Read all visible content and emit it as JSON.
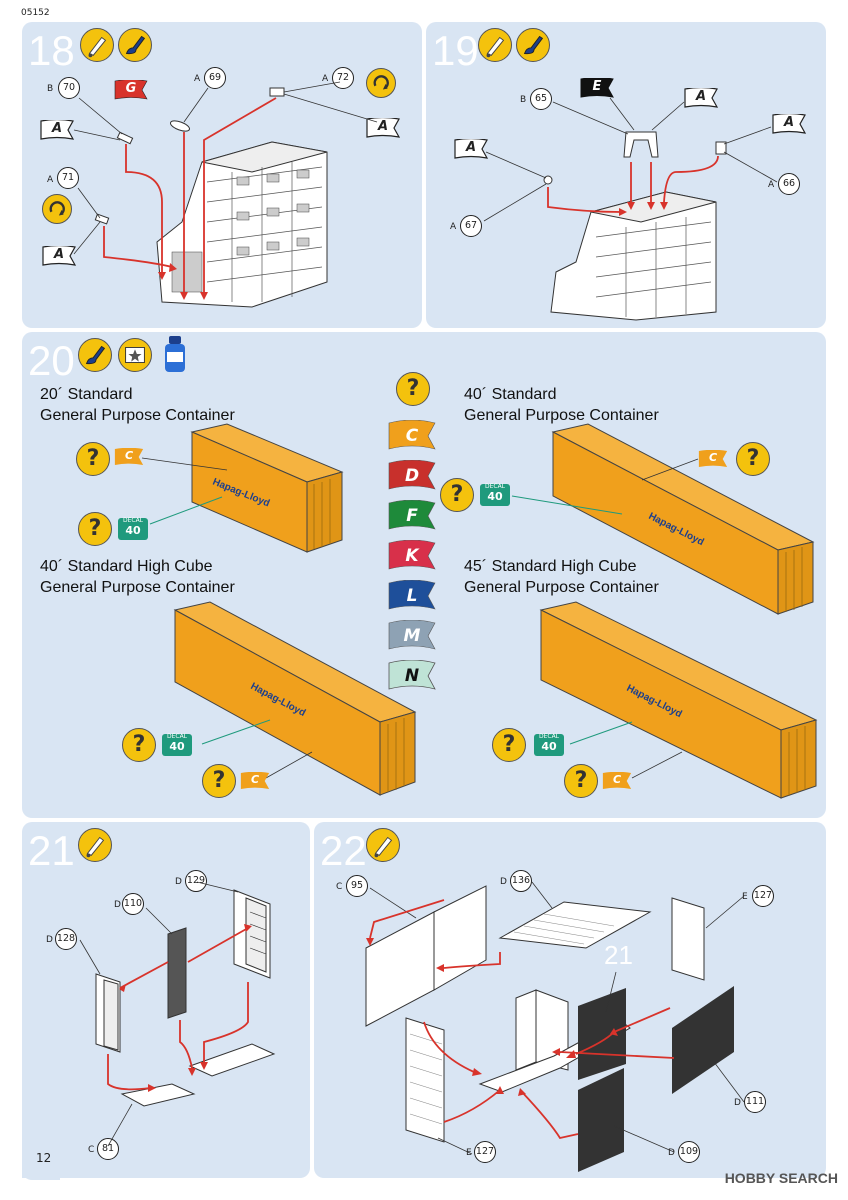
{
  "doc_code": "05152",
  "page_number": "12",
  "watermark": "HOBBY SEARCH",
  "colors": {
    "panel": "#d9e5f3",
    "arrow": "#d8332b",
    "container": "#f0a01c",
    "decal": "#1f9a7d"
  },
  "step18": {
    "number": "18",
    "icons": [
      "glue-icon",
      "paint-brush-icon"
    ],
    "parts": [
      {
        "sprue": "B",
        "num": "70"
      },
      {
        "sprue": "A",
        "num": "69"
      },
      {
        "sprue": "A",
        "num": "72"
      },
      {
        "sprue": "A",
        "num": "71"
      }
    ],
    "flags": [
      "A",
      "G",
      "A",
      "A"
    ]
  },
  "step19": {
    "number": "19",
    "icons": [
      "glue-icon",
      "paint-brush-icon"
    ],
    "parts": [
      {
        "sprue": "B",
        "num": "65"
      },
      {
        "sprue": "A",
        "num": "66"
      },
      {
        "sprue": "A",
        "num": "67"
      }
    ],
    "flags": [
      "E",
      "A",
      "A",
      "A"
    ]
  },
  "step20": {
    "number": "20",
    "icons": [
      "paint-brush-icon",
      "decal-icon",
      "decal-solution-icon"
    ],
    "titles": [
      {
        "line1": "20´ Standard",
        "line2": "General Purpose Container"
      },
      {
        "line1": "40´ Standard",
        "line2": "General Purpose Container"
      },
      {
        "line1": "40´ Standard High Cube",
        "line2": "General Purpose Container"
      },
      {
        "line1": "45´ Standard High Cube",
        "line2": "General Purpose Container"
      }
    ],
    "question": "?",
    "color_flags": [
      {
        "code": "C",
        "color": "#f0a01c",
        "text_color": "#ffffff"
      },
      {
        "code": "D",
        "color": "#c8302c",
        "text_color": "#ffffff"
      },
      {
        "code": "F",
        "color": "#1e8a3a",
        "text_color": "#ffffff"
      },
      {
        "code": "K",
        "color": "#d8304a",
        "text_color": "#ffffff"
      },
      {
        "code": "L",
        "color": "#1e4f9a",
        "text_color": "#ffffff"
      },
      {
        "code": "M",
        "color": "#8ea2b4",
        "text_color": "#ffffff"
      },
      {
        "code": "N",
        "color": "#bfe3d6",
        "text_color": "#111111"
      }
    ],
    "container_flag": "C",
    "decal": {
      "label": "DECAL",
      "num": "40"
    },
    "container_logo": "Hapag-Lloyd"
  },
  "step21": {
    "number": "21",
    "icons": [
      "glue-icon"
    ],
    "parts": [
      {
        "sprue": "D",
        "num": "129"
      },
      {
        "sprue": "D",
        "num": "110"
      },
      {
        "sprue": "D",
        "num": "128"
      },
      {
        "sprue": "C",
        "num": "81"
      }
    ]
  },
  "step22": {
    "number": "22",
    "icons": [
      "glue-icon"
    ],
    "ref_label": "21",
    "parts": [
      {
        "sprue": "C",
        "num": "95"
      },
      {
        "sprue": "D",
        "num": "136"
      },
      {
        "sprue": "E",
        "num": "127"
      },
      {
        "sprue": "D",
        "num": "111"
      },
      {
        "sprue": "D",
        "num": "109"
      },
      {
        "sprue": "E",
        "num": "127"
      }
    ]
  }
}
